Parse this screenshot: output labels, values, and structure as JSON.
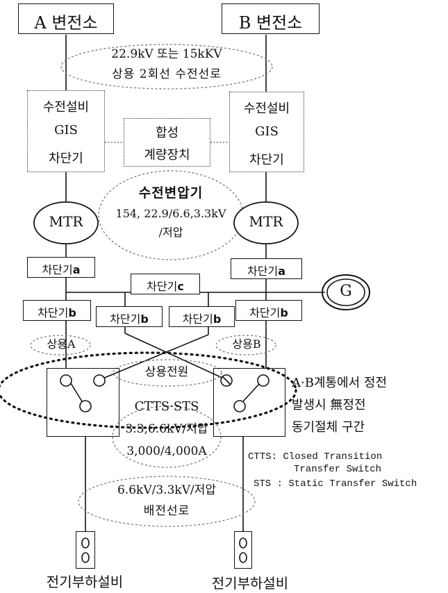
{
  "stations": {
    "a": "A 변전소",
    "b": "B 변전소"
  },
  "supply_lines": {
    "line1": "22.9kV 또는 15kKV",
    "line2": "상용 2회선  수전선로"
  },
  "receiving_equipment": {
    "label1": "수전설비",
    "label2": "GIS",
    "label3": "차단기"
  },
  "sync_meter": {
    "line1": "합성",
    "line2": "계량장치"
  },
  "transformer": {
    "mtr_label": "MTR",
    "title": "수전변압기",
    "line1": "154, 22.9/6.6,3.3kV",
    "line2": "/저압"
  },
  "breakers": {
    "prefix": "차단기",
    "a": "a",
    "b": "b",
    "c": "c"
  },
  "generator": "G",
  "commercial": {
    "a": "상용A",
    "b": "상용B",
    "power": "상용전원"
  },
  "switch": {
    "title": "CTTS·STS",
    "line1": "3.3,6.6kV/저압",
    "line2": "3,000/4,000A"
  },
  "zone_note": {
    "line1": "A·B계통에서 정전",
    "line2": "발생시 無정전",
    "line3": "동기절체 구간"
  },
  "legend": {
    "ctts1": "CTTS: Closed Transition",
    "ctts2": "Transfer Switch",
    "sts": "STS : Static Transfer Switch"
  },
  "distribution": {
    "line1": "6.6kV/3.3kV/저압",
    "line2": "배전선로"
  },
  "loads": {
    "left": "전기부하설비",
    "right": "전기부하설비"
  }
}
